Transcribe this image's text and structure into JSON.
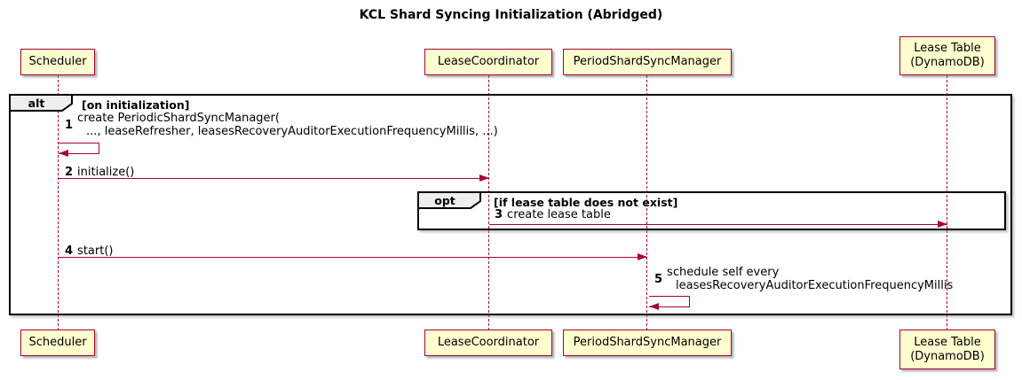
{
  "title": "KCL Shard Syncing Initialization (Abridged)",
  "participants": [
    {
      "label": "Scheduler"
    },
    {
      "label": "LeaseCoordinator"
    },
    {
      "label": "PeriodShardSyncManager"
    },
    {
      "label": "Lease Table\n(DynamoDB)"
    }
  ],
  "fragments": {
    "alt": {
      "operator": "alt",
      "guard": "[on initialization]"
    },
    "opt": {
      "operator": "opt",
      "guard": "[if lease table does not exist]"
    }
  },
  "messages": [
    {
      "num": "1",
      "lines": [
        "create PeriodicShardSyncManager(",
        "..., leaseRefresher, leasesRecoveryAuditorExecutionFrequencyMillis, ...)"
      ]
    },
    {
      "num": "2",
      "lines": [
        "initialize()"
      ]
    },
    {
      "num": "3",
      "lines": [
        "create lease table"
      ]
    },
    {
      "num": "4",
      "lines": [
        "start()"
      ]
    },
    {
      "num": "5",
      "lines": [
        "schedule self every",
        "leasesRecoveryAuditorExecutionFrequencyMillis"
      ]
    }
  ],
  "colors": {
    "participant_fill": "#FEFECE",
    "accent_border": "#A80036",
    "frame_border": "#000000",
    "operator_fill": "#EEEEEE",
    "background": "#FFFFFF"
  }
}
